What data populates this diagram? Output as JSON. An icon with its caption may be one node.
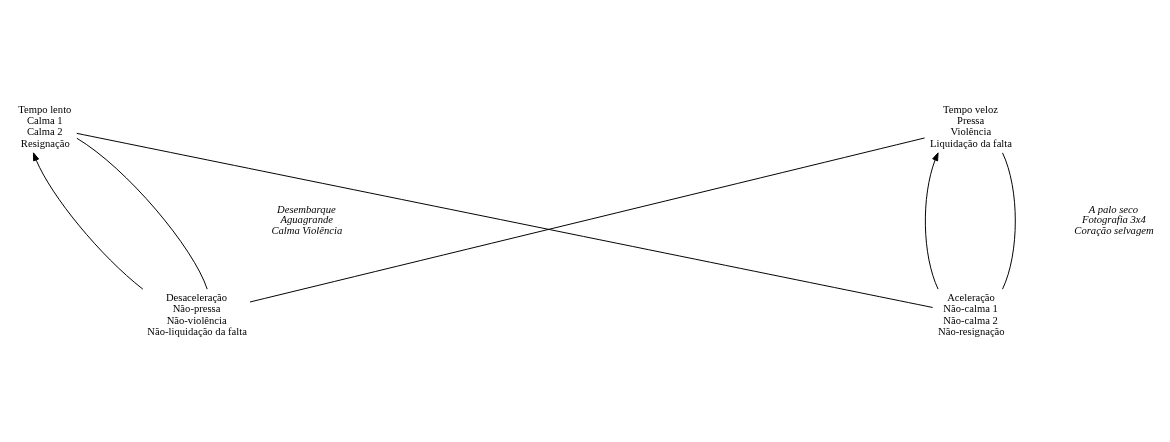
{
  "diagram": {
    "nodes": [
      {
        "text": [
          "Tempo lento",
          "Calma 1",
          "Calma 2",
          "Resignação"
        ]
      },
      {
        "text": [
          "Tempo veloz",
          "Pressa",
          "Violência",
          "Liquidação da falta"
        ]
      },
      {
        "text": [
          "Desaceleração",
          "Não-pressa",
          "Não-violência",
          "Não-liquidação da falta"
        ]
      },
      {
        "text": [
          "Aceleração",
          "Não-calma 1",
          "Não-calma 2",
          "Não-resignação"
        ]
      }
    ],
    "edges": [
      {
        "from": 2,
        "to": 0,
        "arrow": "to"
      },
      {
        "from": 0,
        "to": 3,
        "arrow": "none"
      },
      {
        "from": 3,
        "to": 1,
        "arrow": "to"
      },
      {
        "from": 1,
        "to": 2,
        "arrow": "none"
      },
      {
        "from": 0,
        "to": 2,
        "arrow": "none"
      },
      {
        "from": 1,
        "to": 3,
        "arrow": "none"
      }
    ],
    "labels": [
      "Desembarque",
      "Aguagrande",
      "Calma Violência",
      "A palo seco",
      "Fotografia 3x4",
      "Coração selvagem"
    ]
  }
}
